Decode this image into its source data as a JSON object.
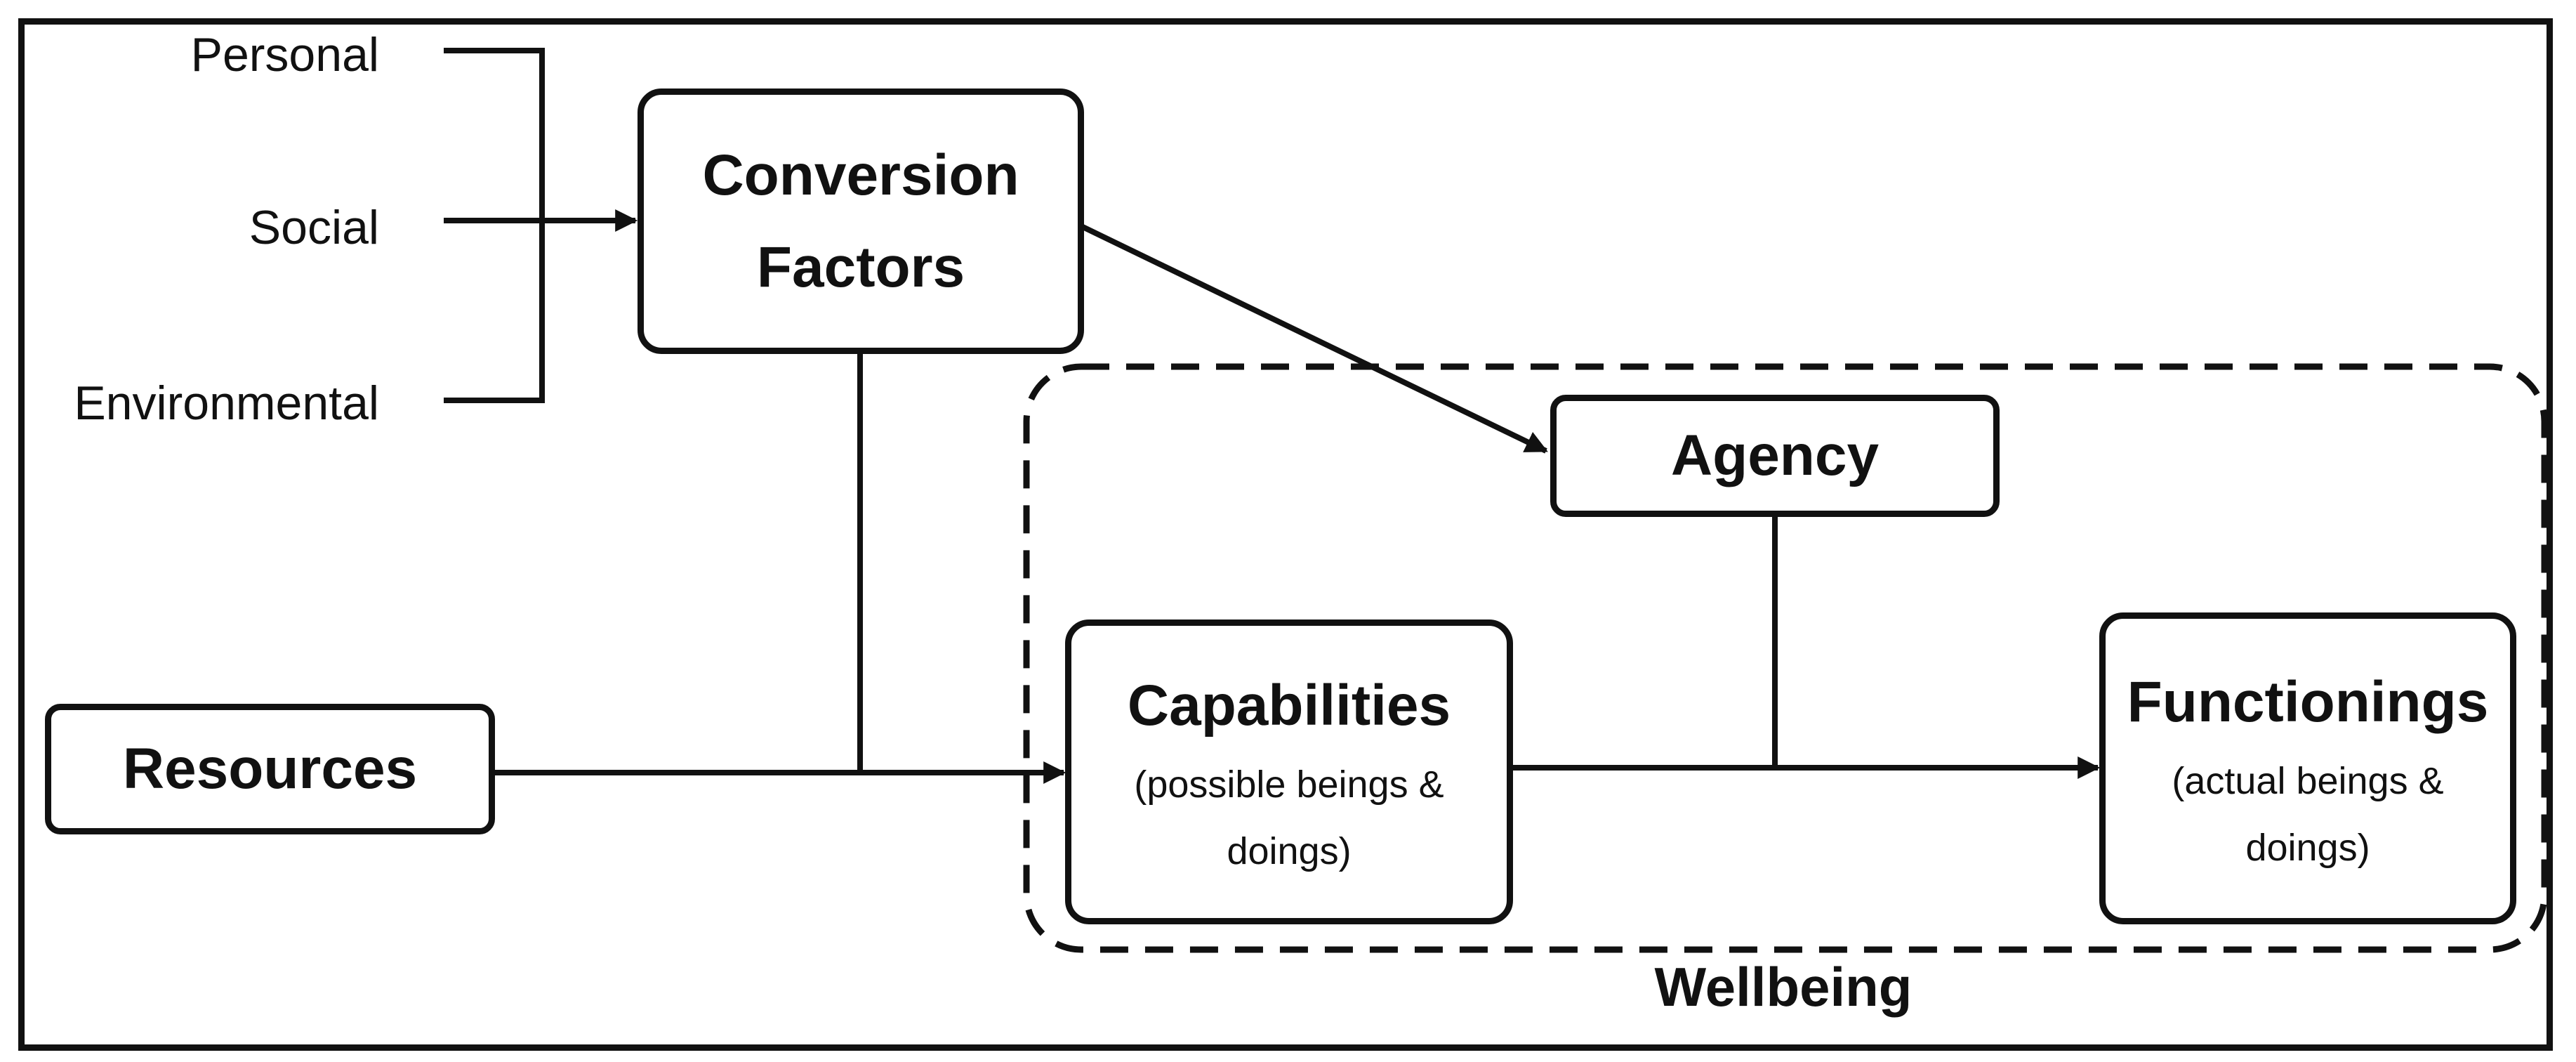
{
  "factors": {
    "personal": "Personal",
    "social": "Social",
    "environmental": "Environmental"
  },
  "boxes": {
    "conversion_factors": {
      "line1": "Conversion",
      "line2": "Factors"
    },
    "agency": {
      "title": "Agency"
    },
    "resources": {
      "title": "Resources"
    },
    "capabilities": {
      "title": "Capabilities",
      "sub1": "(possible beings &",
      "sub2": "doings)"
    },
    "functionings": {
      "title": "Functionings",
      "sub1": "(actual beings &",
      "sub2": "doings)"
    }
  },
  "wellbeing_label": "Wellbeing",
  "colors": {
    "stroke": "#111111",
    "background": "#ffffff"
  }
}
